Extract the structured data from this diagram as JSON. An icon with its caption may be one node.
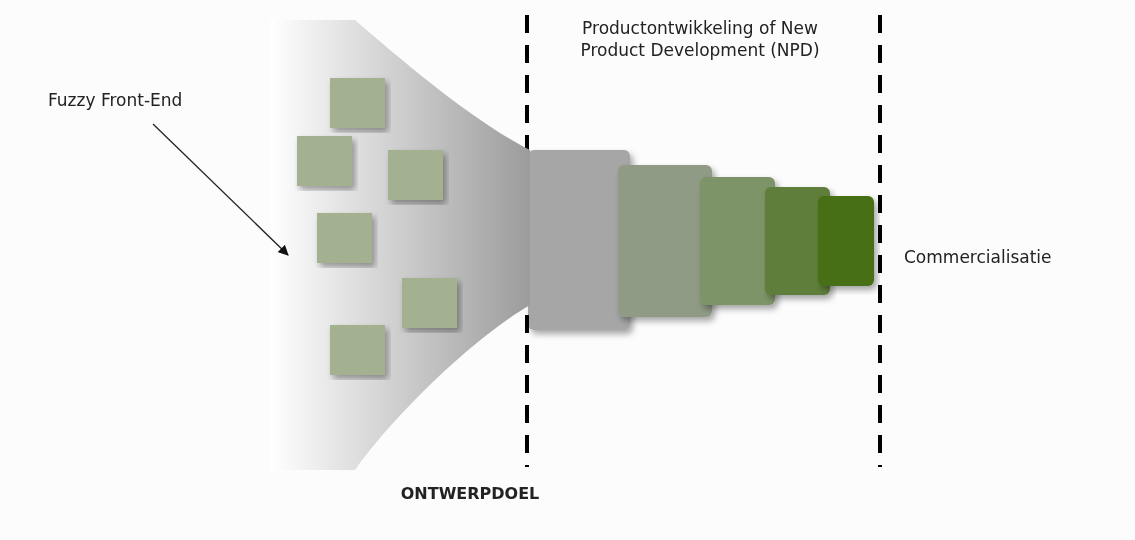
{
  "diagram": {
    "nodes": [
      {
        "text": [
          "Fuzzy Front-End"
        ]
      },
      {
        "text": [],
        "shape": "funnel"
      }
    ],
    "edges": [
      {
        "from": 0,
        "to": 1,
        "arrow": "to"
      }
    ],
    "labels": [
      "Productontwikkeling of New Product Development (NPD)",
      "Commercialisatie",
      "ONTWERPDOEL"
    ]
  }
}
